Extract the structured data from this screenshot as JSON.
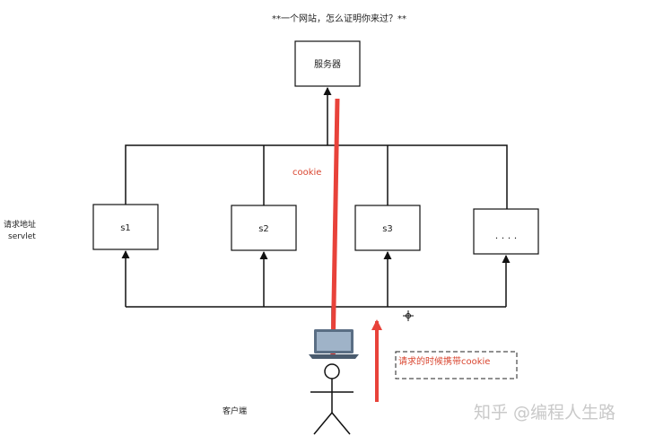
{
  "title": "**一个网站，怎么证明你来过？**",
  "server_label": "服务器",
  "servlet_boxes": [
    "s1",
    "s2",
    "s3",
    ". . . ."
  ],
  "side_label": {
    "line1": "请求地址",
    "line2": "servlet"
  },
  "cookie_label": "cookie",
  "request_note": "请求的时候携带cookie",
  "client_label": "客户端",
  "watermark": "知乎 @编程人生路",
  "colors": {
    "line": "#111111",
    "arrow_red": "#e8423a",
    "note_text": "#d9452f",
    "laptop": "#5a6e84",
    "laptop_screen": "#9fb3c8"
  }
}
